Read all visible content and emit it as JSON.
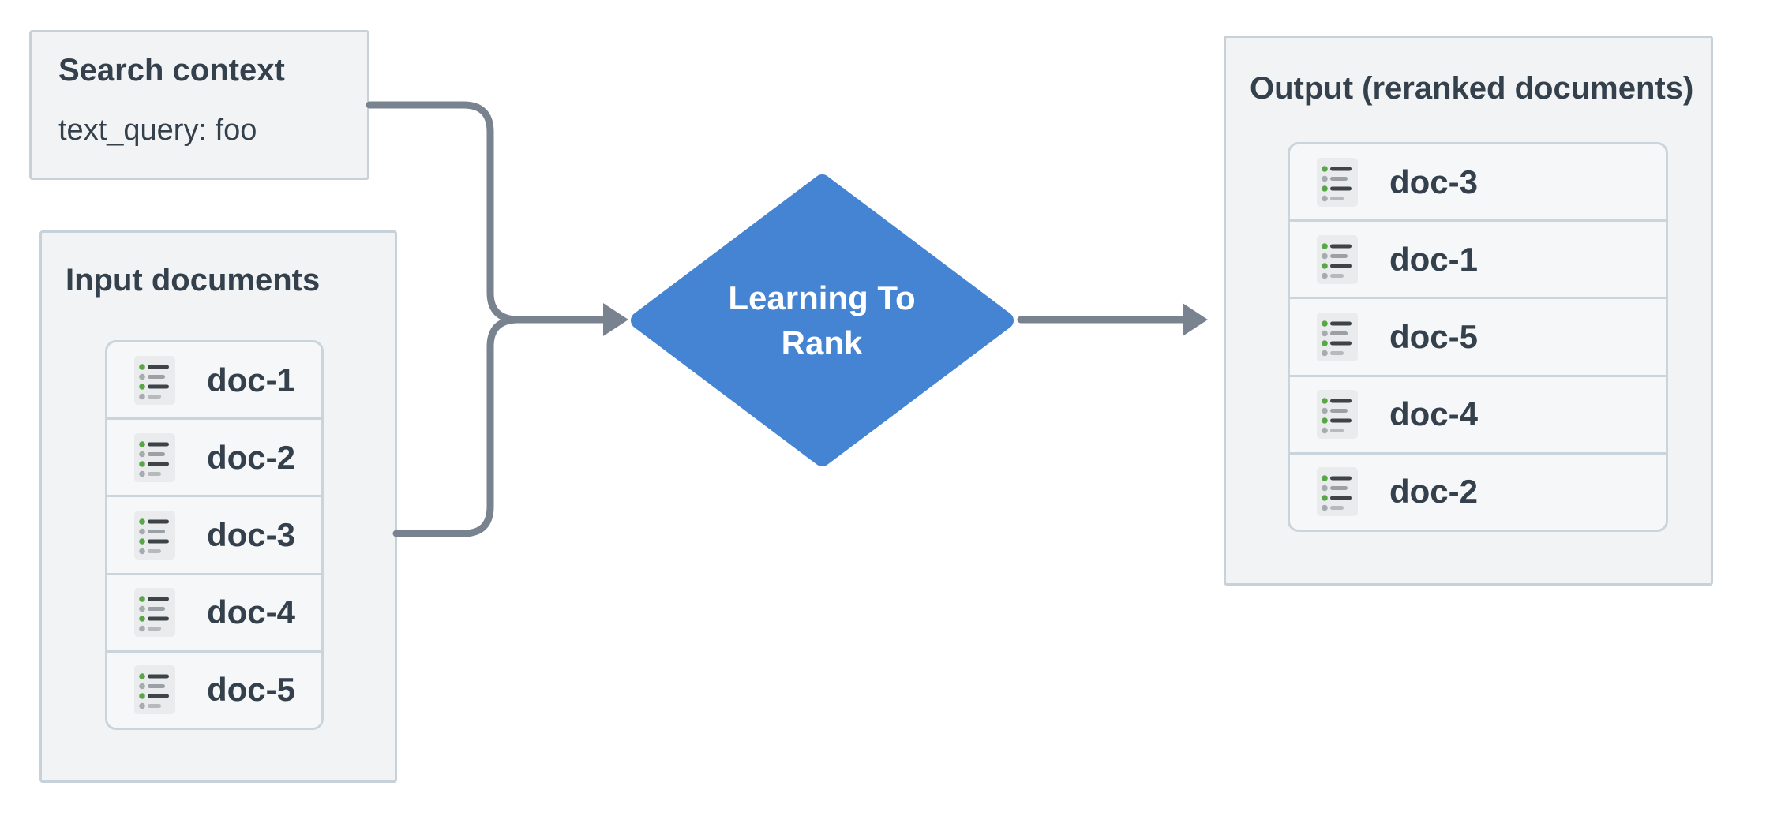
{
  "search_context": {
    "title": "Search context",
    "query": "text_query: foo"
  },
  "input_documents": {
    "title": "Input documents",
    "docs": [
      "doc-1",
      "doc-2",
      "doc-3",
      "doc-4",
      "doc-5"
    ]
  },
  "reranker": {
    "label": "Learning To Rank"
  },
  "output_documents": {
    "title": "Output (reranked documents)",
    "docs": [
      "doc-3",
      "doc-1",
      "doc-5",
      "doc-4",
      "doc-2"
    ]
  },
  "icons": {
    "doc_icon": "list-icon"
  },
  "colors": {
    "process_blue": "#4484d3",
    "connector_gray": "#78838f",
    "box_fill": "#f1f3f5",
    "box_border": "#c6d1d9",
    "text_dark": "#34404c",
    "icon_green": "#57a746"
  }
}
